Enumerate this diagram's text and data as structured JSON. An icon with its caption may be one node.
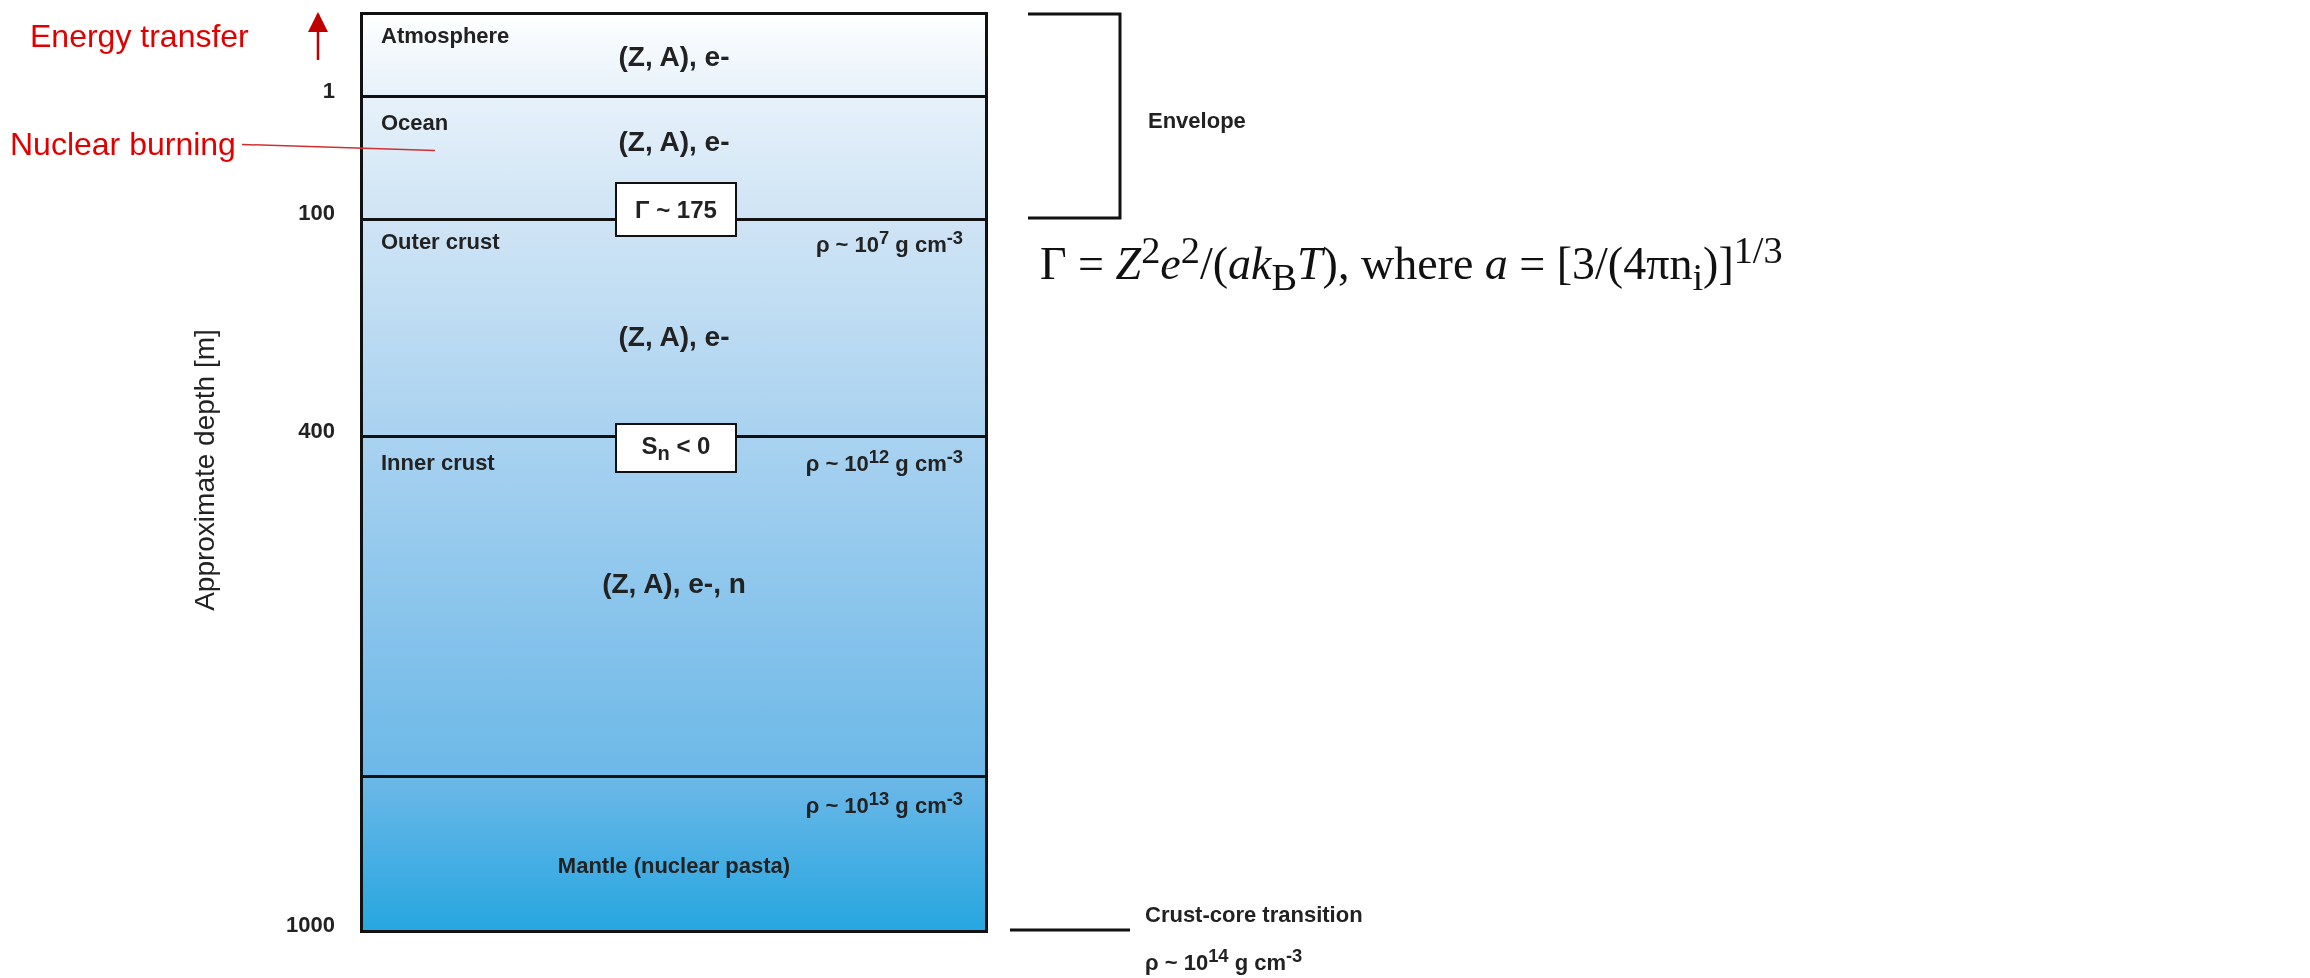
{
  "diagram": {
    "nodes": [
      {
        "text": [
          "Atmosphere",
          "(Z, A), e-"
        ]
      },
      {
        "text": [
          "Ocean",
          "(Z, A), e-"
        ]
      },
      {
        "text": [
          "Γ ~ 175"
        ]
      },
      {
        "text": [
          "Outer crust",
          "ρ ~ 10$^{7}$ g cm$^{-3}$",
          "(Z, A), e-"
        ]
      },
      {
        "text": [
          "S$_{n}$ < 0"
        ]
      },
      {
        "text": [
          "Inner crust",
          "ρ ~ 10$^{12}$ g cm$^{-3}$",
          "(Z, A), e-, n"
        ]
      },
      {
        "text": [
          "ρ ~ 10$^{13}$ g cm$^{-3}$",
          "Mantle (nuclear pasta)"
        ]
      },
      {
        "text": [
          "Nuclear burning"
        ]
      }
    ],
    "edges": [
      {
        "from": 7,
        "to": 1,
        "arrow": "none"
      }
    ],
    "labels": [
      "Energy transfer",
      "1",
      "100",
      "400",
      "1000",
      "Approximate depth [m]",
      "Envelope",
      "Γ = *Z*$^{2}$*e*$^{2}$/(*ak*$_{B}$*T*), where *a* = [3/(4πn$_{i}$)]$^{1/3}$",
      "Crust-core transition",
      "ρ ~ 10$^{14}$ g cm$^{-3}$"
    ]
  }
}
